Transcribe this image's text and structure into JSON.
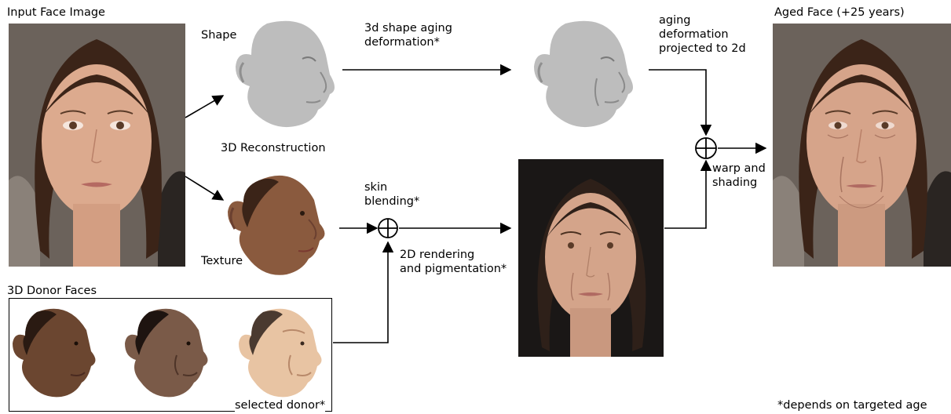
{
  "labels": {
    "input_face": "Input Face Image",
    "shape": "Shape",
    "reconstruction": "3D Reconstruction",
    "texture": "Texture",
    "shape_aging": "3d shape aging\ndeformation*",
    "aging_projected": "aging\ndeformation\nprojected to 2d",
    "aged_face": "Aged Face (+25 years)",
    "skin_blending": "skin\nblending*",
    "rendering": "2D rendering\nand pigmentation*",
    "warp_shading": "warp and\nshading",
    "donor_faces": "3D Donor Faces",
    "selected_donor": "selected donor*",
    "footnote": "*depends on targeted age"
  },
  "colors": {
    "skin": "#d9a58c",
    "hair": "#3b2418",
    "background_dark": "#1a1716",
    "mesh_gray": "#bdbdbd",
    "texture_skin": "#8a5a3e",
    "donor_dark": "#6b4630",
    "donor_light": "#e8c4a3"
  }
}
